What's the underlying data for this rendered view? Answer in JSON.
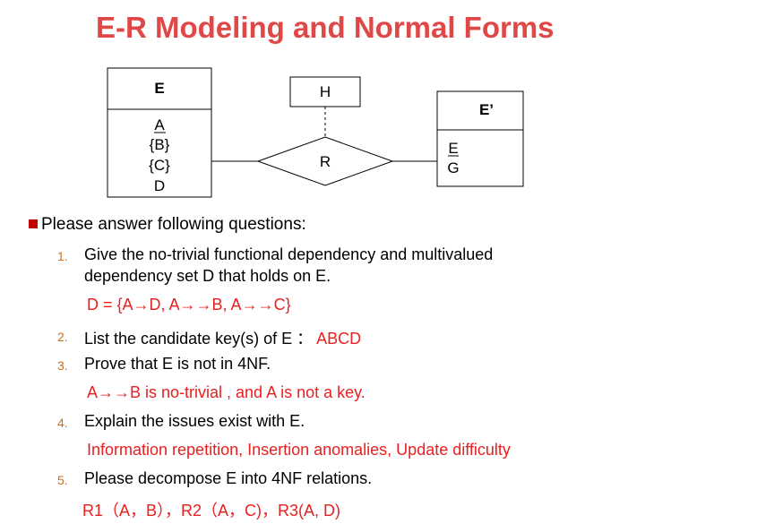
{
  "title": "E-R Modeling and Normal Forms",
  "diagram": {
    "entity_e": {
      "name": "E",
      "attributes": [
        "A",
        "{B}",
        "{C}",
        "D"
      ]
    },
    "entity_h": {
      "name": "H"
    },
    "relationship": {
      "name": "R"
    },
    "entity_e2": {
      "name": "E’",
      "attributes": [
        "E",
        "G"
      ]
    }
  },
  "prompt": "Please answer following questions:",
  "questions": [
    {
      "number": "1.",
      "text_line1": "Give the no-trivial functional dependency and  multivalued",
      "text_line2": "dependency set D that holds on E.",
      "answer": "D = {A→D, A→→B, A→→C}"
    },
    {
      "number": "2.",
      "text": "List the candidate key(s) of E ：",
      "answer": "ABCD"
    },
    {
      "number": "3.",
      "text": "Prove that  E is not in 4NF.",
      "answer": "A→→B is no-trivial , and A is not a key."
    },
    {
      "number": "4.",
      "text": "Explain the issues exist with E.",
      "answer": "Information repetition, Insertion anomalies, Update difficulty"
    },
    {
      "number": "5.",
      "text": "Please decompose  E into 4NF relations.",
      "answer": "R1（A，B），R2（A，C)，R3(A, D)"
    }
  ],
  "colors": {
    "title": "#e04848",
    "answer": "#e82020",
    "number": "#c87020",
    "bullet": "#c00000"
  }
}
